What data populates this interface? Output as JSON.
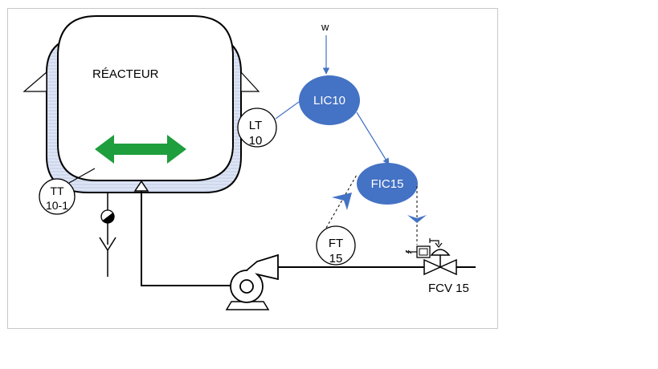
{
  "diagram": {
    "reactor_label": "RÉACTEUR",
    "setpoint_label": "w",
    "instruments": {
      "lt": {
        "line1": "LT",
        "line2": "10"
      },
      "tt": {
        "line1": "TT",
        "line2": "10-1"
      },
      "ft": {
        "line1": "FT",
        "line2": "15"
      }
    },
    "controllers": {
      "lic": "LIC10",
      "fic": "FIC15"
    },
    "valve_label": "FCV 15",
    "colors": {
      "controller_fill": "#4472c4",
      "signal_line": "#4472c4",
      "agitator_arrow": "#1e9e3c",
      "jacket_fill": "#dde4f3"
    }
  }
}
